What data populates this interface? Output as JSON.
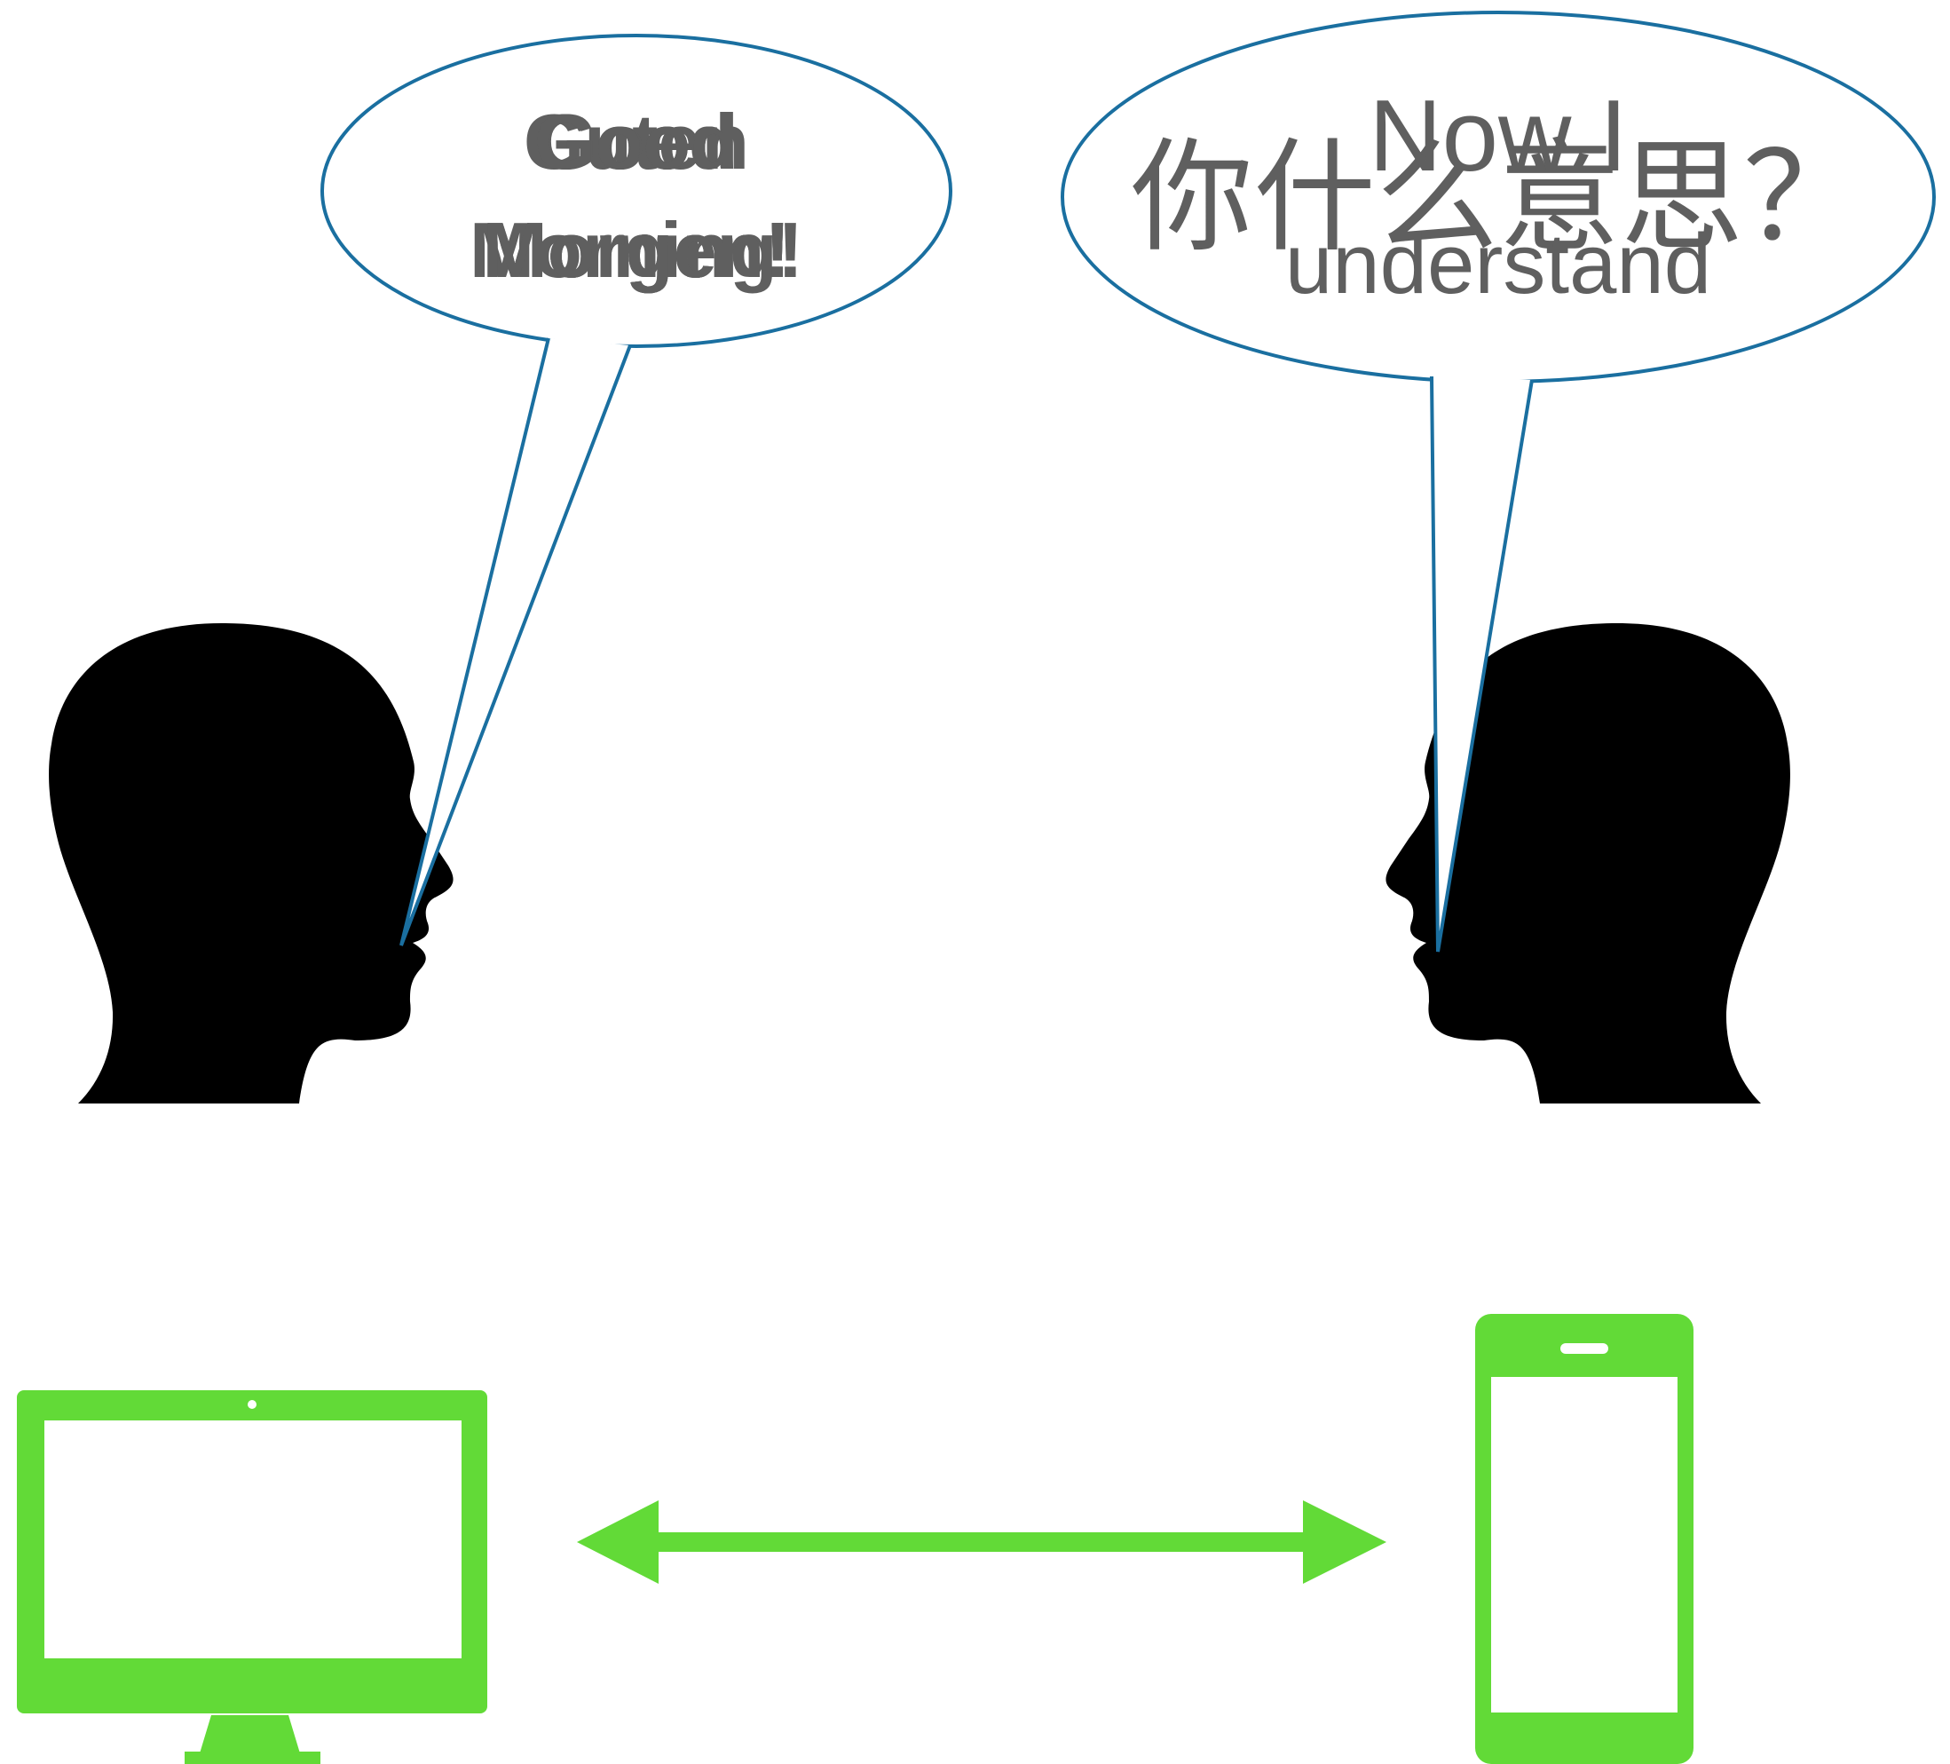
{
  "left_bubble": {
    "text_layers": [
      {
        "line1": "Guten",
        "line2": "Morgen!"
      },
      {
        "line1": "Goed",
        "line2": "Morgen!"
      },
      {
        "line1": "Good",
        "line2": "Morning!"
      },
      {
        "line1": "Good",
        "line2": "Morgen!"
      }
    ]
  },
  "right_bubble": {
    "text_layers": [
      {
        "line1": "你什么意思？",
        "line2": ""
      },
      {
        "line1": "Now I",
        "line2": "understand"
      }
    ]
  },
  "colors": {
    "bubble_stroke": "#1a6fa0",
    "text": "#5f5f5f",
    "silhouette": "#000000",
    "device": "#62da37"
  },
  "icons": {
    "left_person": "head-silhouette-icon",
    "right_person": "head-silhouette-icon",
    "computer": "desktop-monitor-icon",
    "phone": "smartphone-icon",
    "link": "double-arrow-icon"
  }
}
